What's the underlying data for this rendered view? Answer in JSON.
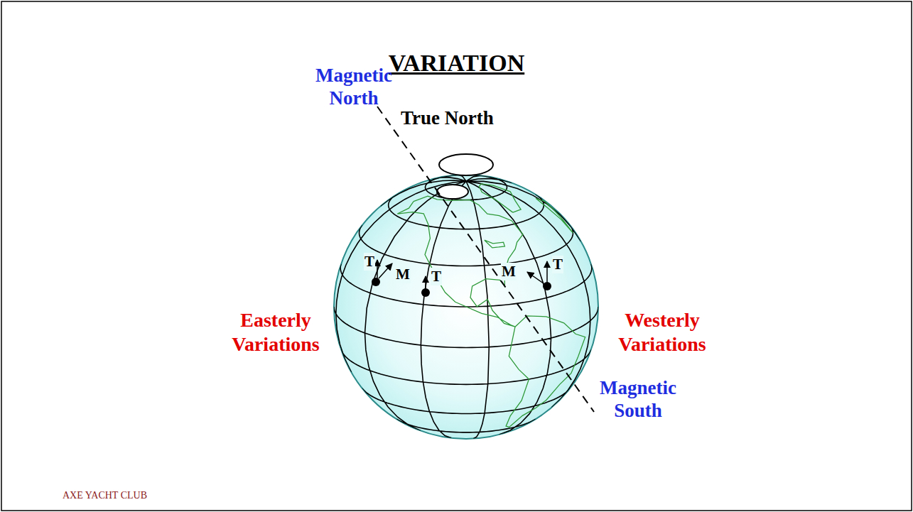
{
  "diagram": {
    "title": "VARIATION",
    "labels": [
      "Magnetic North",
      "True North",
      "T",
      "M",
      "T",
      "M",
      "T",
      "Easterly Variations",
      "Westerly Variations",
      "Magnetic South",
      "AXE YACHT CLUB"
    ]
  }
}
